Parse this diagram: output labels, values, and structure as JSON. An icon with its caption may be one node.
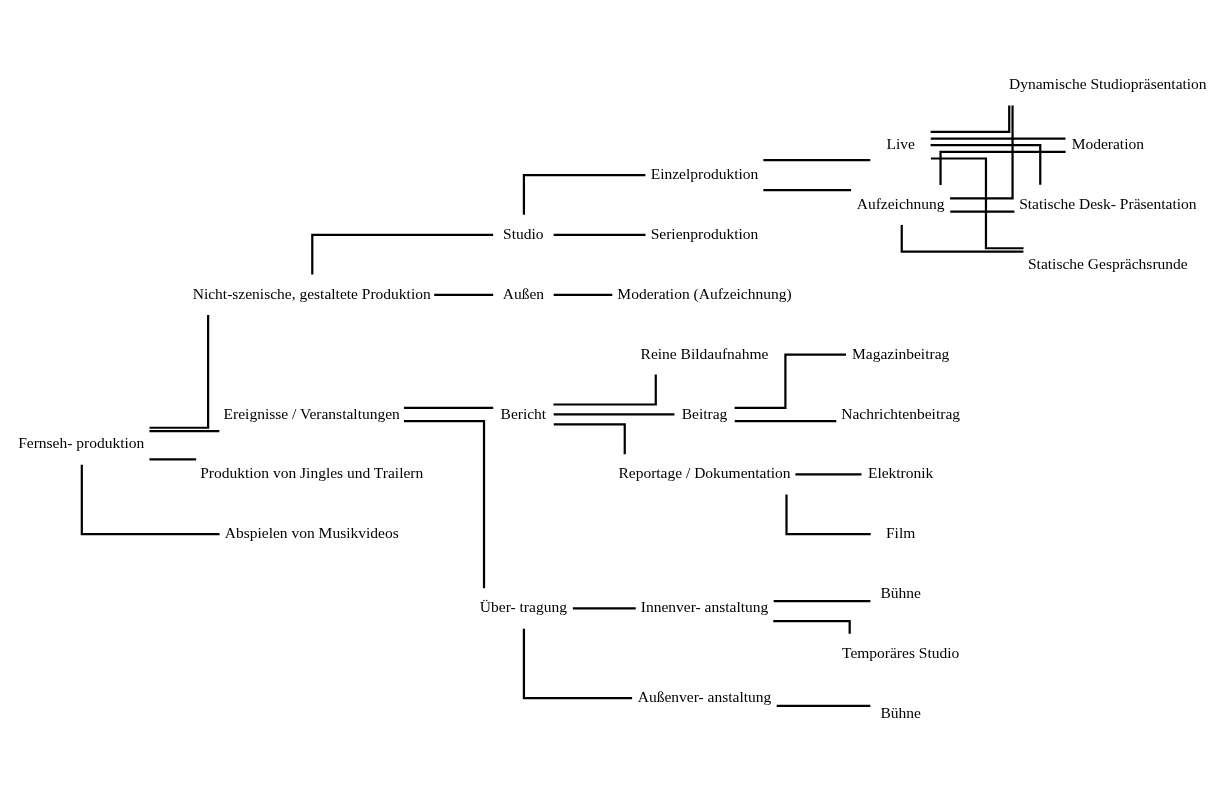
{
  "diagram": {
    "nodes": [
      {
        "text": [
          "Fernseh- produktion"
        ]
      },
      {
        "text": [
          "Nicht-szenische, gestaltete Produktion"
        ]
      },
      {
        "text": [
          "Studio"
        ]
      },
      {
        "text": [
          "Einzelproduktion"
        ]
      },
      {
        "text": [
          "Live"
        ]
      },
      {
        "text": [
          "Aufzeichnung"
        ]
      },
      {
        "text": [
          "Statische Desk- Präsentation"
        ]
      },
      {
        "text": [
          "Statische Gesprächsrunde"
        ]
      },
      {
        "text": [
          "Dynamische Studiopräsentation"
        ]
      },
      {
        "text": [
          "Moderation"
        ]
      },
      {
        "text": [
          "Serienproduktion"
        ]
      },
      {
        "text": [
          "Außen"
        ]
      },
      {
        "text": [
          "Moderation (Aufzeichnung)"
        ]
      },
      {
        "text": [
          "Ereignisse / Veranstaltungen"
        ]
      },
      {
        "text": [
          "Bericht"
        ]
      },
      {
        "text": [
          "Reine Bildaufnahme"
        ]
      },
      {
        "text": [
          "Beitrag"
        ]
      },
      {
        "text": [
          "Nachrichtenbeitrag"
        ]
      },
      {
        "text": [
          "Magazinbeitrag"
        ]
      },
      {
        "text": [
          "Reportage / Dokumentation"
        ]
      },
      {
        "text": [
          "Film"
        ]
      },
      {
        "text": [
          "Elektronik"
        ]
      },
      {
        "text": [
          "Über- tragung"
        ]
      },
      {
        "text": [
          "Innenver- anstaltung"
        ]
      },
      {
        "text": [
          "Temporäres Studio"
        ]
      },
      {
        "text": [
          "Bühne"
        ]
      },
      {
        "text": [
          "Außenver- anstaltung"
        ]
      },
      {
        "text": [
          "Bühne"
        ]
      },
      {
        "text": [
          "Produktion von Jingles und Trailern"
        ]
      },
      {
        "text": [
          "Abspielen von Musikvideos"
        ]
      }
    ],
    "edges": [
      {
        "from": 0,
        "to": 1,
        "arrow": "none"
      },
      {
        "from": 0,
        "to": 13,
        "arrow": "none"
      },
      {
        "from": 0,
        "to": 28,
        "arrow": "none"
      },
      {
        "from": 0,
        "to": 29,
        "arrow": "none"
      },
      {
        "from": 1,
        "to": 2,
        "arrow": "none"
      },
      {
        "from": 1,
        "to": 11,
        "arrow": "none"
      },
      {
        "from": 2,
        "to": 3,
        "arrow": "none"
      },
      {
        "from": 2,
        "to": 10,
        "arrow": "none"
      },
      {
        "from": 3,
        "to": 4,
        "arrow": "none"
      },
      {
        "from": 3,
        "to": 5,
        "arrow": "none"
      },
      {
        "from": 4,
        "to": 6,
        "arrow": "none"
      },
      {
        "from": 4,
        "to": 7,
        "arrow": "none"
      },
      {
        "from": 4,
        "to": 8,
        "arrow": "none"
      },
      {
        "from": 4,
        "to": 9,
        "arrow": "none"
      },
      {
        "from": 5,
        "to": 6,
        "arrow": "none"
      },
      {
        "from": 5,
        "to": 7,
        "arrow": "none"
      },
      {
        "from": 5,
        "to": 8,
        "arrow": "none"
      },
      {
        "from": 5,
        "to": 9,
        "arrow": "none"
      },
      {
        "from": 11,
        "to": 12,
        "arrow": "none"
      },
      {
        "from": 13,
        "to": 14,
        "arrow": "none"
      },
      {
        "from": 13,
        "to": 22,
        "arrow": "none"
      },
      {
        "from": 14,
        "to": 15,
        "arrow": "none"
      },
      {
        "from": 14,
        "to": 16,
        "arrow": "none"
      },
      {
        "from": 14,
        "to": 19,
        "arrow": "none"
      },
      {
        "from": 16,
        "to": 17,
        "arrow": "none"
      },
      {
        "from": 16,
        "to": 18,
        "arrow": "none"
      },
      {
        "from": 19,
        "to": 20,
        "arrow": "none"
      },
      {
        "from": 19,
        "to": 21,
        "arrow": "none"
      },
      {
        "from": 22,
        "to": 23,
        "arrow": "none"
      },
      {
        "from": 22,
        "to": 26,
        "arrow": "none"
      },
      {
        "from": 23,
        "to": 24,
        "arrow": "none"
      },
      {
        "from": 23,
        "to": 25,
        "arrow": "none"
      },
      {
        "from": 26,
        "to": 27,
        "arrow": "none"
      }
    ]
  }
}
